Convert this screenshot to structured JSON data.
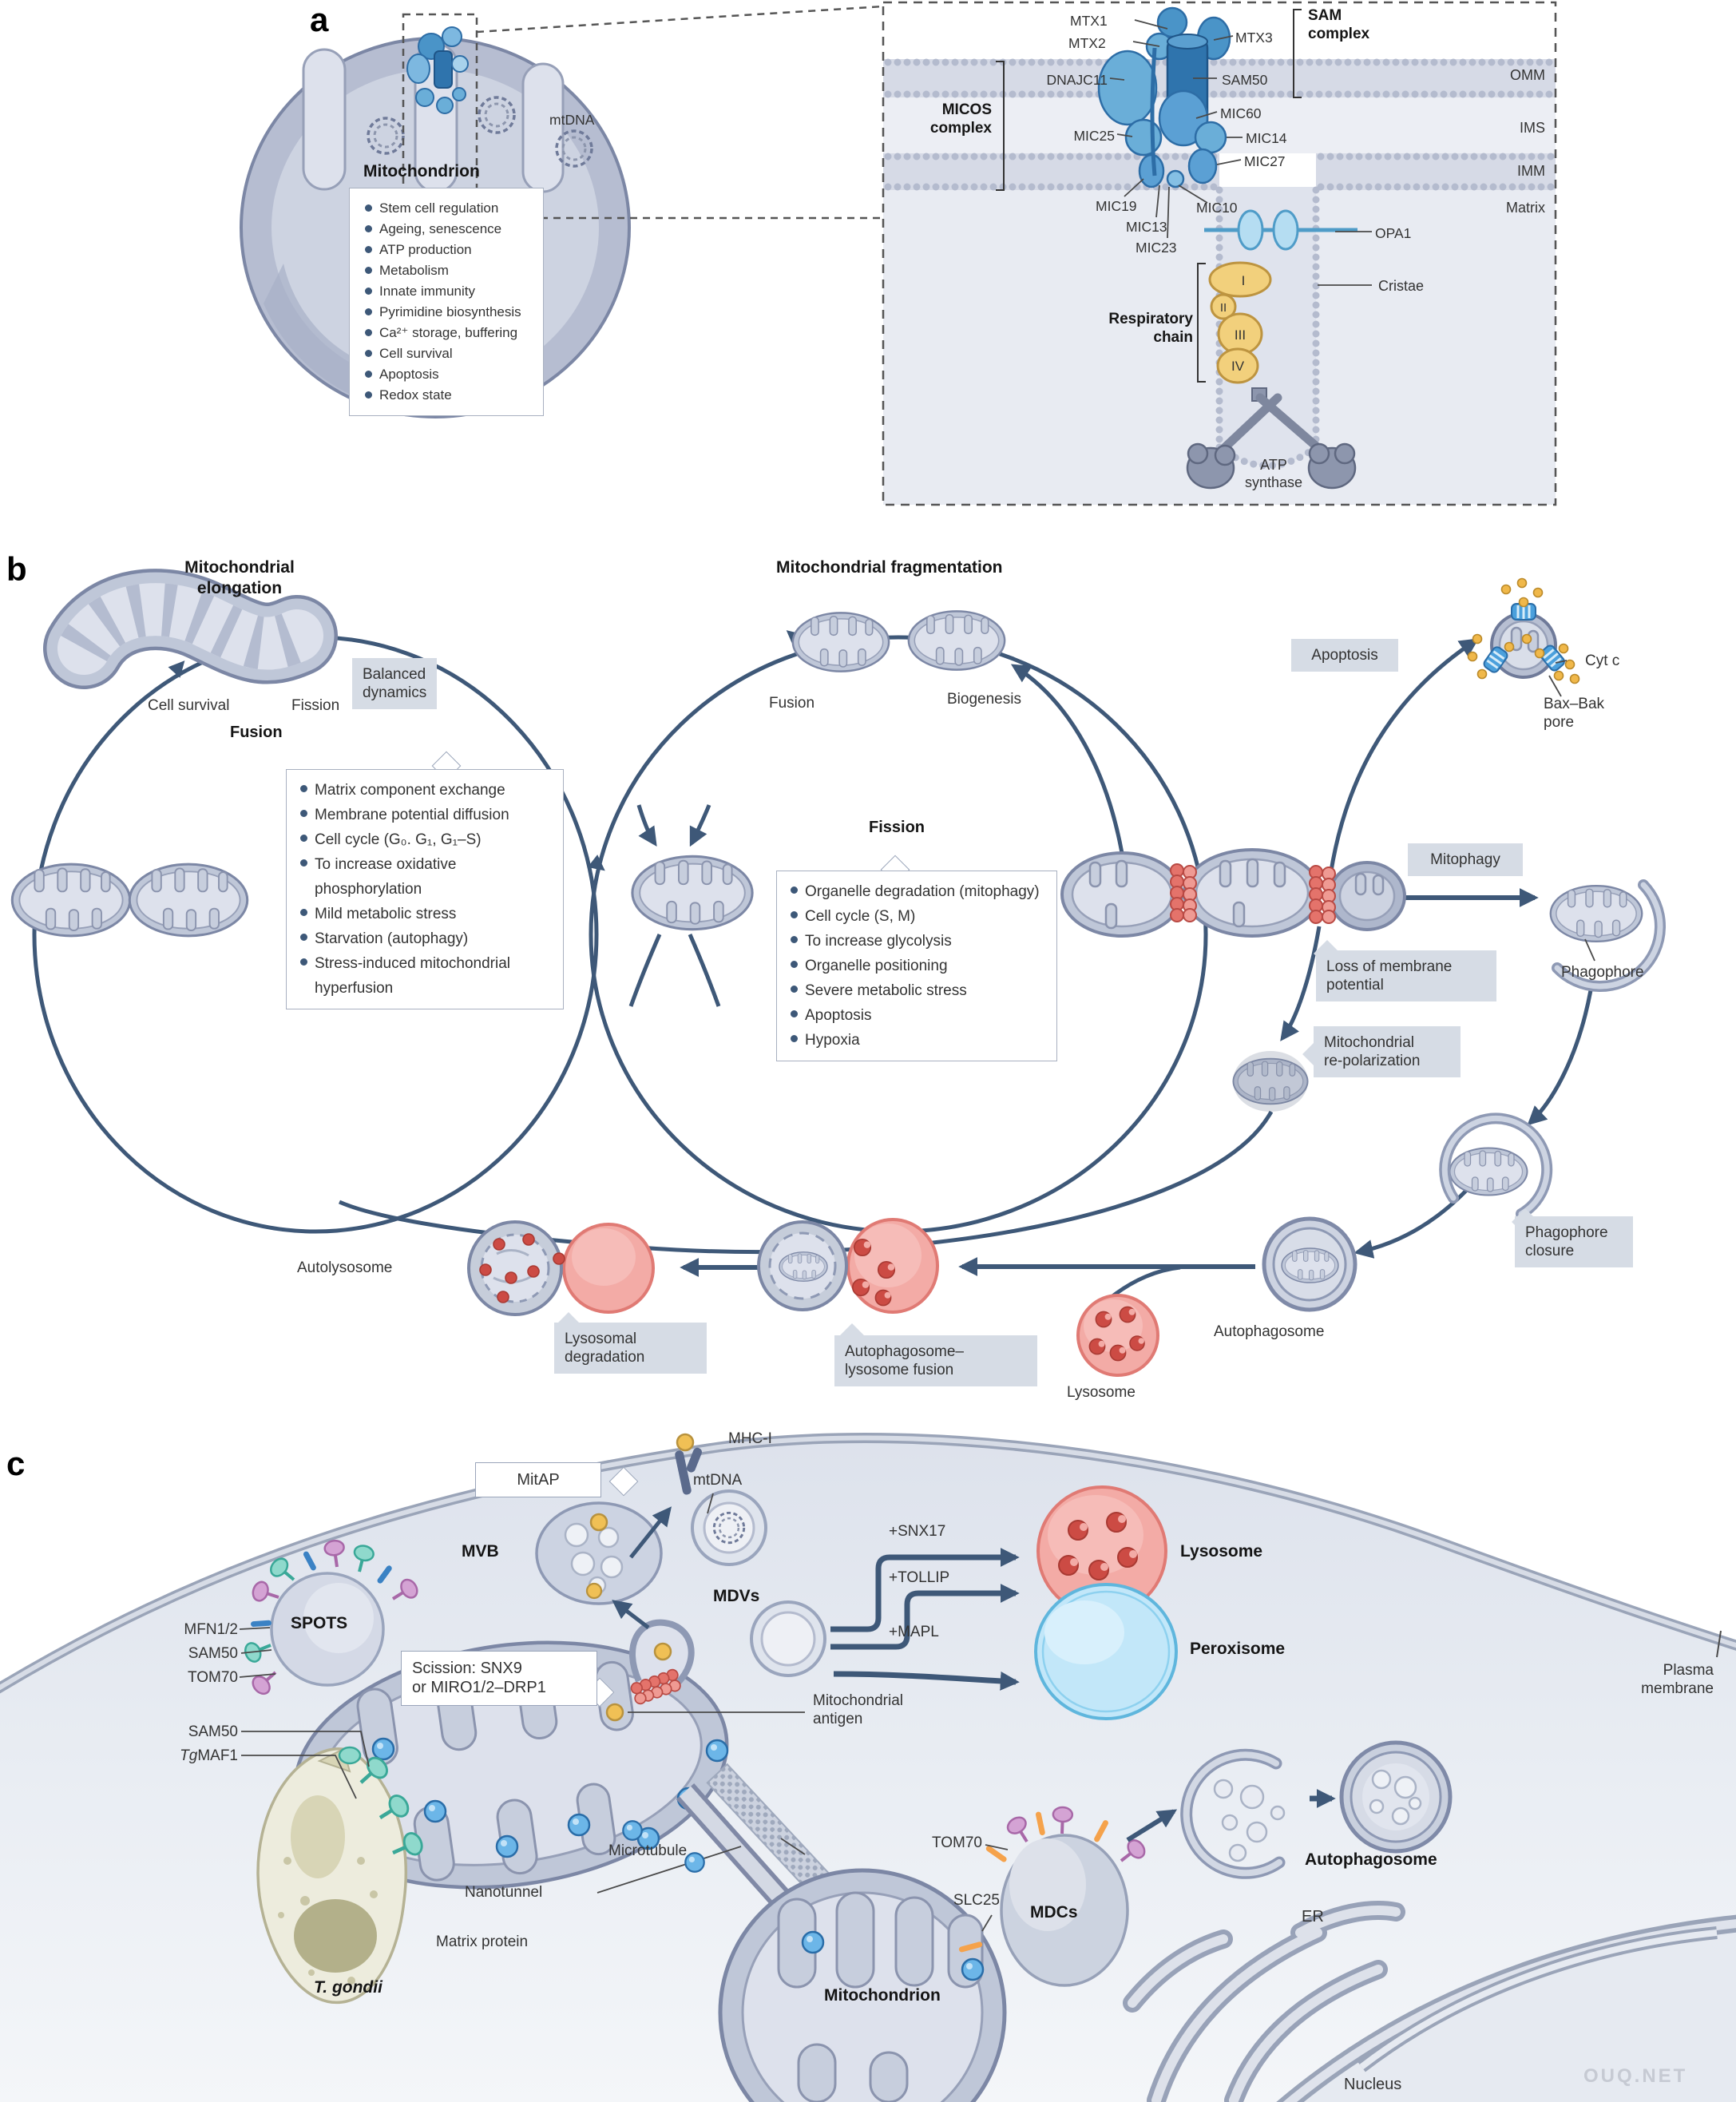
{
  "watermark": "OUQ.NET",
  "colors": {
    "arrow_navy": "#3e5878",
    "box_gray": "#d6dce5",
    "mito_fill": "#c3cad9",
    "mito_border": "#7c87a5",
    "accent_blue": "#4a94c8",
    "accent_yellow": "#f0c66a",
    "scission_red": "#e4736b",
    "lysosome_pink": "#f3aba6",
    "peroxisome_blue": "#c2e7f9"
  },
  "panel_a": {
    "tag": "a",
    "mitochondrion_label": "Mitochondrion",
    "mtdna_label": "mtDNA",
    "functions": [
      "Stem cell regulation",
      "Ageing, senescence",
      "ATP production",
      "Metabolism",
      "Innate immunity",
      "Pyrimidine biosynthesis",
      "Ca²⁺ storage, buffering",
      "Cell survival",
      "Apoptosis",
      "Redox state"
    ],
    "inset": {
      "mtx1": "MTX1",
      "mtx2": "MTX2",
      "mtx3": "MTX3",
      "sam_complex": "SAM\ncomplex",
      "sam50": "SAM50",
      "dnajc11": "DNAJC11",
      "micos_complex": "MICOS\ncomplex",
      "mic60": "MIC60",
      "mic25": "MIC25",
      "mic14": "MIC14",
      "mic27": "MIC27",
      "mic19": "MIC19",
      "mic13": "MIC13",
      "mic23": "MIC23",
      "mic10": "MIC10",
      "opa1": "OPA1",
      "omm": "OMM",
      "ims": "IMS",
      "imm": "IMM",
      "matrix": "Matrix",
      "respiratory_chain": "Respiratory\nchain",
      "complex_i": "I",
      "complex_ii": "II",
      "complex_iii": "III",
      "complex_iv": "IV",
      "cristae": "Cristae",
      "atp_synthase": "ATP\nsynthase"
    }
  },
  "panel_b": {
    "tag": "b",
    "elongation_title": "Mitochondrial elongation",
    "fragmentation_title": "Mitochondrial fragmentation",
    "cell_survival": "Cell survival",
    "fission_arrow": "Fission",
    "balanced_dynamics": "Balanced\ndynamics",
    "fusion_bold": "Fusion",
    "fusion_plain": "Fusion",
    "biogenesis": "Biogenesis",
    "fission_bold": "Fission",
    "fusion_points": [
      "Matrix component exchange",
      "Membrane potential diffusion",
      "Cell cycle (G₀. G₁, G₁–S)",
      "To increase oxidative phosphorylation",
      "Mild metabolic stress",
      "Starvation (autophagy)",
      "Stress-induced mitochondrial hyperfusion"
    ],
    "fission_points": [
      "Organelle degradation (mitophagy)",
      "Cell cycle (S, M)",
      "To increase glycolysis",
      "Organelle positioning",
      "Severe metabolic stress",
      "Apoptosis",
      "Hypoxia"
    ],
    "apoptosis": "Apoptosis",
    "cyt_c": "Cyt c",
    "bax_bak_pore": "Bax–Bak\npore",
    "mitophagy": "Mitophagy",
    "phagophore": "Phagophore",
    "loss_membrane": "Loss of membrane\npotential",
    "repolarization": "Mitochondrial\nre-polarization",
    "phagophore_closure": "Phagophore\nclosure",
    "autophagosome": "Autophagosome",
    "lysosome": "Lysosome",
    "autophagosome_lysosome_fusion": "Autophagosome–\nlysosome fusion",
    "lysosomal_degradation": "Lysosomal\ndegradation",
    "autolysosome": "Autolysosome"
  },
  "panel_c": {
    "tag": "c",
    "mhc1": "MHC-I",
    "mitap": "MitAP",
    "mvb": "MVB",
    "mtdna": "mtDNA",
    "mdvs": "MDVs",
    "snx17": "+SNX17",
    "tollip": "+TOLLIP",
    "mapl": "+MAPL",
    "lysosome": "Lysosome",
    "peroxisome": "Peroxisome",
    "plasma_membrane": "Plasma\nmembrane",
    "spots": "SPOTS",
    "mfn12": "MFN1/2",
    "sam50_spots": "SAM50",
    "tom70_spots": "TOM70",
    "sam50_tg": "SAM50",
    "tgmaf1_tg": "Tg",
    "tgmaf1_maf": "MAF1",
    "t_gondii": "T. gondii",
    "scission": "Scission: SNX9\nor MIRO1/2–DRP1",
    "mito_antigen": "Mitochondrial\nantigen",
    "microtubule": "Microtubule",
    "nanotunnel": "Nanotunnel",
    "matrix_protein": "Matrix protein",
    "mitochondrion": "Mitochondrion",
    "tom70_mdc": "TOM70",
    "slc25": "SLC25",
    "mdcs": "MDCs",
    "autophagosome": "Autophagosome",
    "er": "ER",
    "nucleus": "Nucleus"
  }
}
